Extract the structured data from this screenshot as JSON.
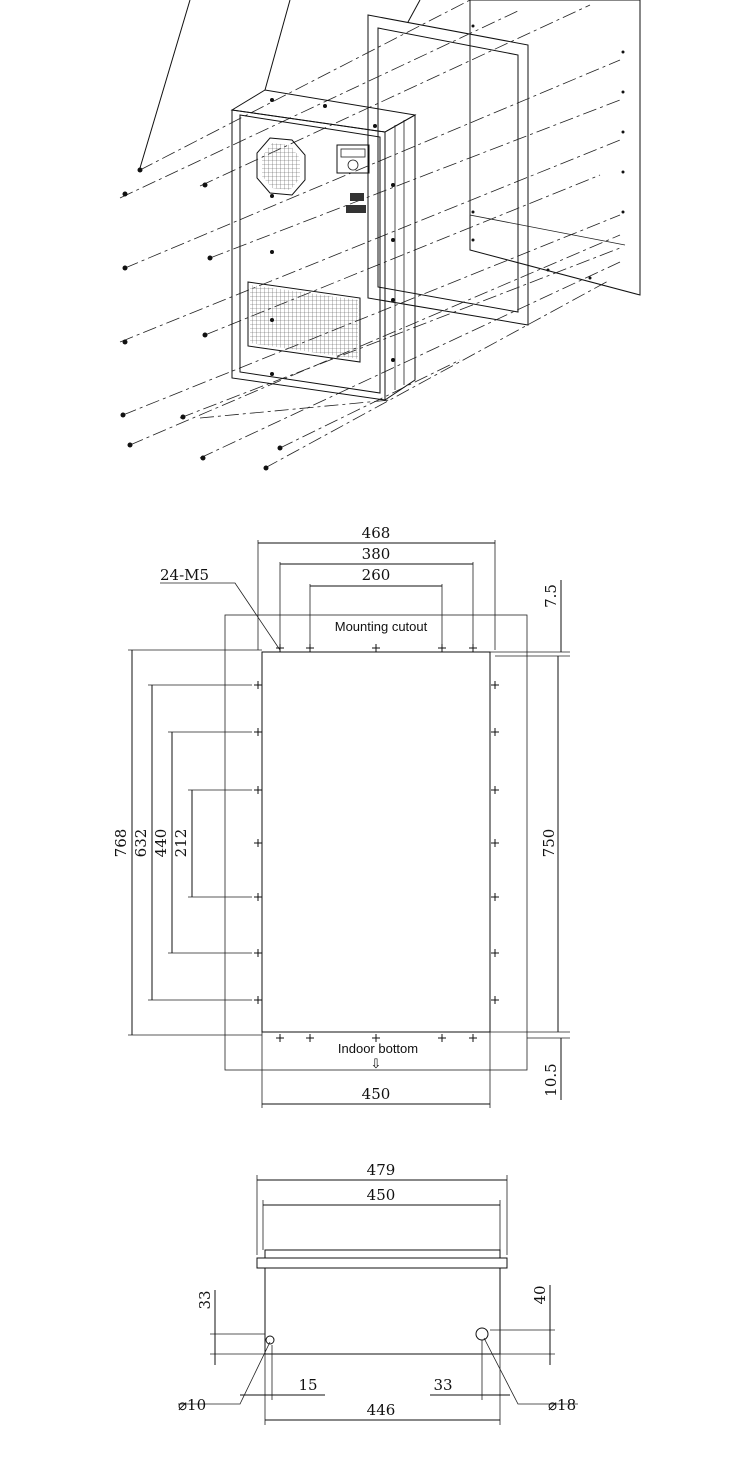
{
  "exploded_view": {
    "description_marks": []
  },
  "cutout_drawing": {
    "dims": {
      "overall_width": "468",
      "hole_span_380": "380",
      "hole_span_260": "260",
      "screw_spec": "24-M5",
      "top_offset": "7.5",
      "mounting_label": "Mounting cutout",
      "height_768": "768",
      "height_632": "632",
      "height_440": "440",
      "height_212": "212",
      "height_750": "750",
      "bottom_label": "Indoor bottom",
      "bottom_arrow": "⇩",
      "bottom_offset": "10.5",
      "cutout_width": "450"
    }
  },
  "bottom_view": {
    "dims": {
      "width_479": "479",
      "width_450": "450",
      "h_33": "33",
      "h_40": "40",
      "dia_10": "⌀10",
      "off_15": "15",
      "off_33": "33",
      "dia_18": "⌀18",
      "width_446": "446"
    }
  }
}
